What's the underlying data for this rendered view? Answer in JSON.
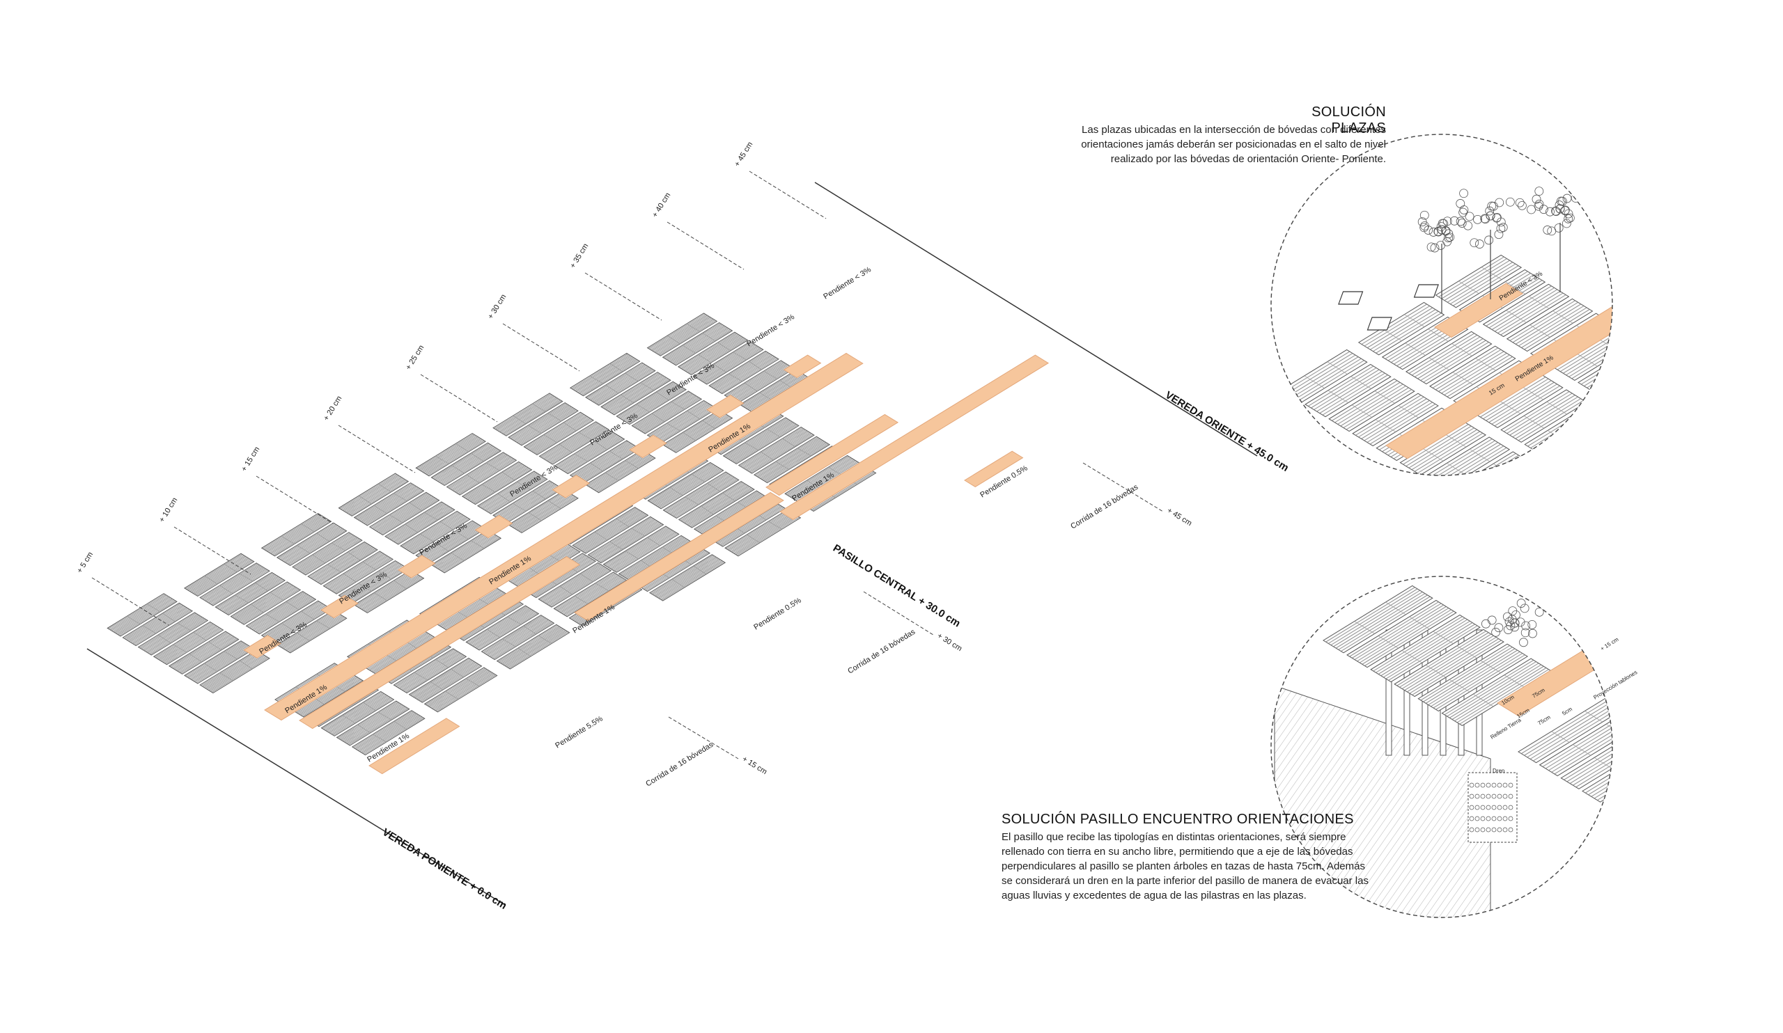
{
  "plazas": {
    "title": "SOLUCIÓN PLAZAS",
    "text": "Las plazas ubicadas en la intersección de bóvedas con diferentes orientaciones jamás deberán ser posicionadas en el salto de nivel realizado por las bóvedas de orientación Oriente- Poniente."
  },
  "pasillo": {
    "title": "SOLUCIÓN PASILLO ENCUENTRO ORIENTACIONES",
    "text": "El pasillo que recibe las tipologías en distintas orientaciones, será siempre rellenado con tierra en su ancho libre, permitiendo que a eje de las bóvedas perpendiculares al pasillo se planten árboles en tazas de hasta 75cm. Además se considerará un dren en la parte inferior del pasillo de manera de evacuar las aguas lluvias y excedentes de agua de las pilastras en las plazas."
  },
  "roads": {
    "oriente": "VEREDA ORIENTE + 45.0 cm",
    "poniente": "VEREDA PONIENTE + 0.0 cm",
    "central": "PASILLO CENTRAL + 30.0 cm"
  },
  "level_labels": [
    "+ 5 cm",
    "+ 10 cm",
    "+ 15 cm",
    "+ 20 cm",
    "+ 25 cm",
    "+ 30 cm",
    "+ 35 cm",
    "+ 40 cm",
    "+ 45 cm"
  ],
  "right_levels": [
    "+ 45 cm",
    "+ 30 cm",
    "+ 15 cm"
  ],
  "corrida_labels": [
    "Corrida de 16 bóvedas",
    "Corrida de 16 bóvedas",
    "Corrida de 16 bóvedas"
  ],
  "slopes": {
    "upper": [
      "Pendiente < 3%",
      "Pendiente < 3%",
      "Pendiente < 3%",
      "Pendiente < 3%",
      "Pendiente < 3%",
      "Pendiente < 3%",
      "Pendiente < 3%",
      "Pendiente < 3%"
    ],
    "spine": [
      "Pendiente 1%",
      "Pendiente 1%",
      "Pendiente 1%"
    ],
    "right": [
      "Pendiente 1%",
      "Pendiente 0.5%",
      "Pendiente 1%",
      "Pendiente 0.5%",
      "Pendiente 1%",
      "Pendiente 5.5%"
    ]
  },
  "detail_plazas": {
    "slope_a": "Pendiente < 3%",
    "slope_b": "Pendiente 1%",
    "dim": "15 cm"
  },
  "detail_pasillo": {
    "dims": [
      "10cm",
      "15cm",
      "75cm",
      "5cm",
      "75cm",
      "Proyección tablones",
      "+ 15 cm"
    ],
    "labels": [
      "Relleno Tierra",
      "Dren"
    ]
  },
  "colors": {
    "corridor": "#f6c69c",
    "corridor_stroke": "#e3a77a",
    "lines": "#555555",
    "text": "#222222"
  }
}
